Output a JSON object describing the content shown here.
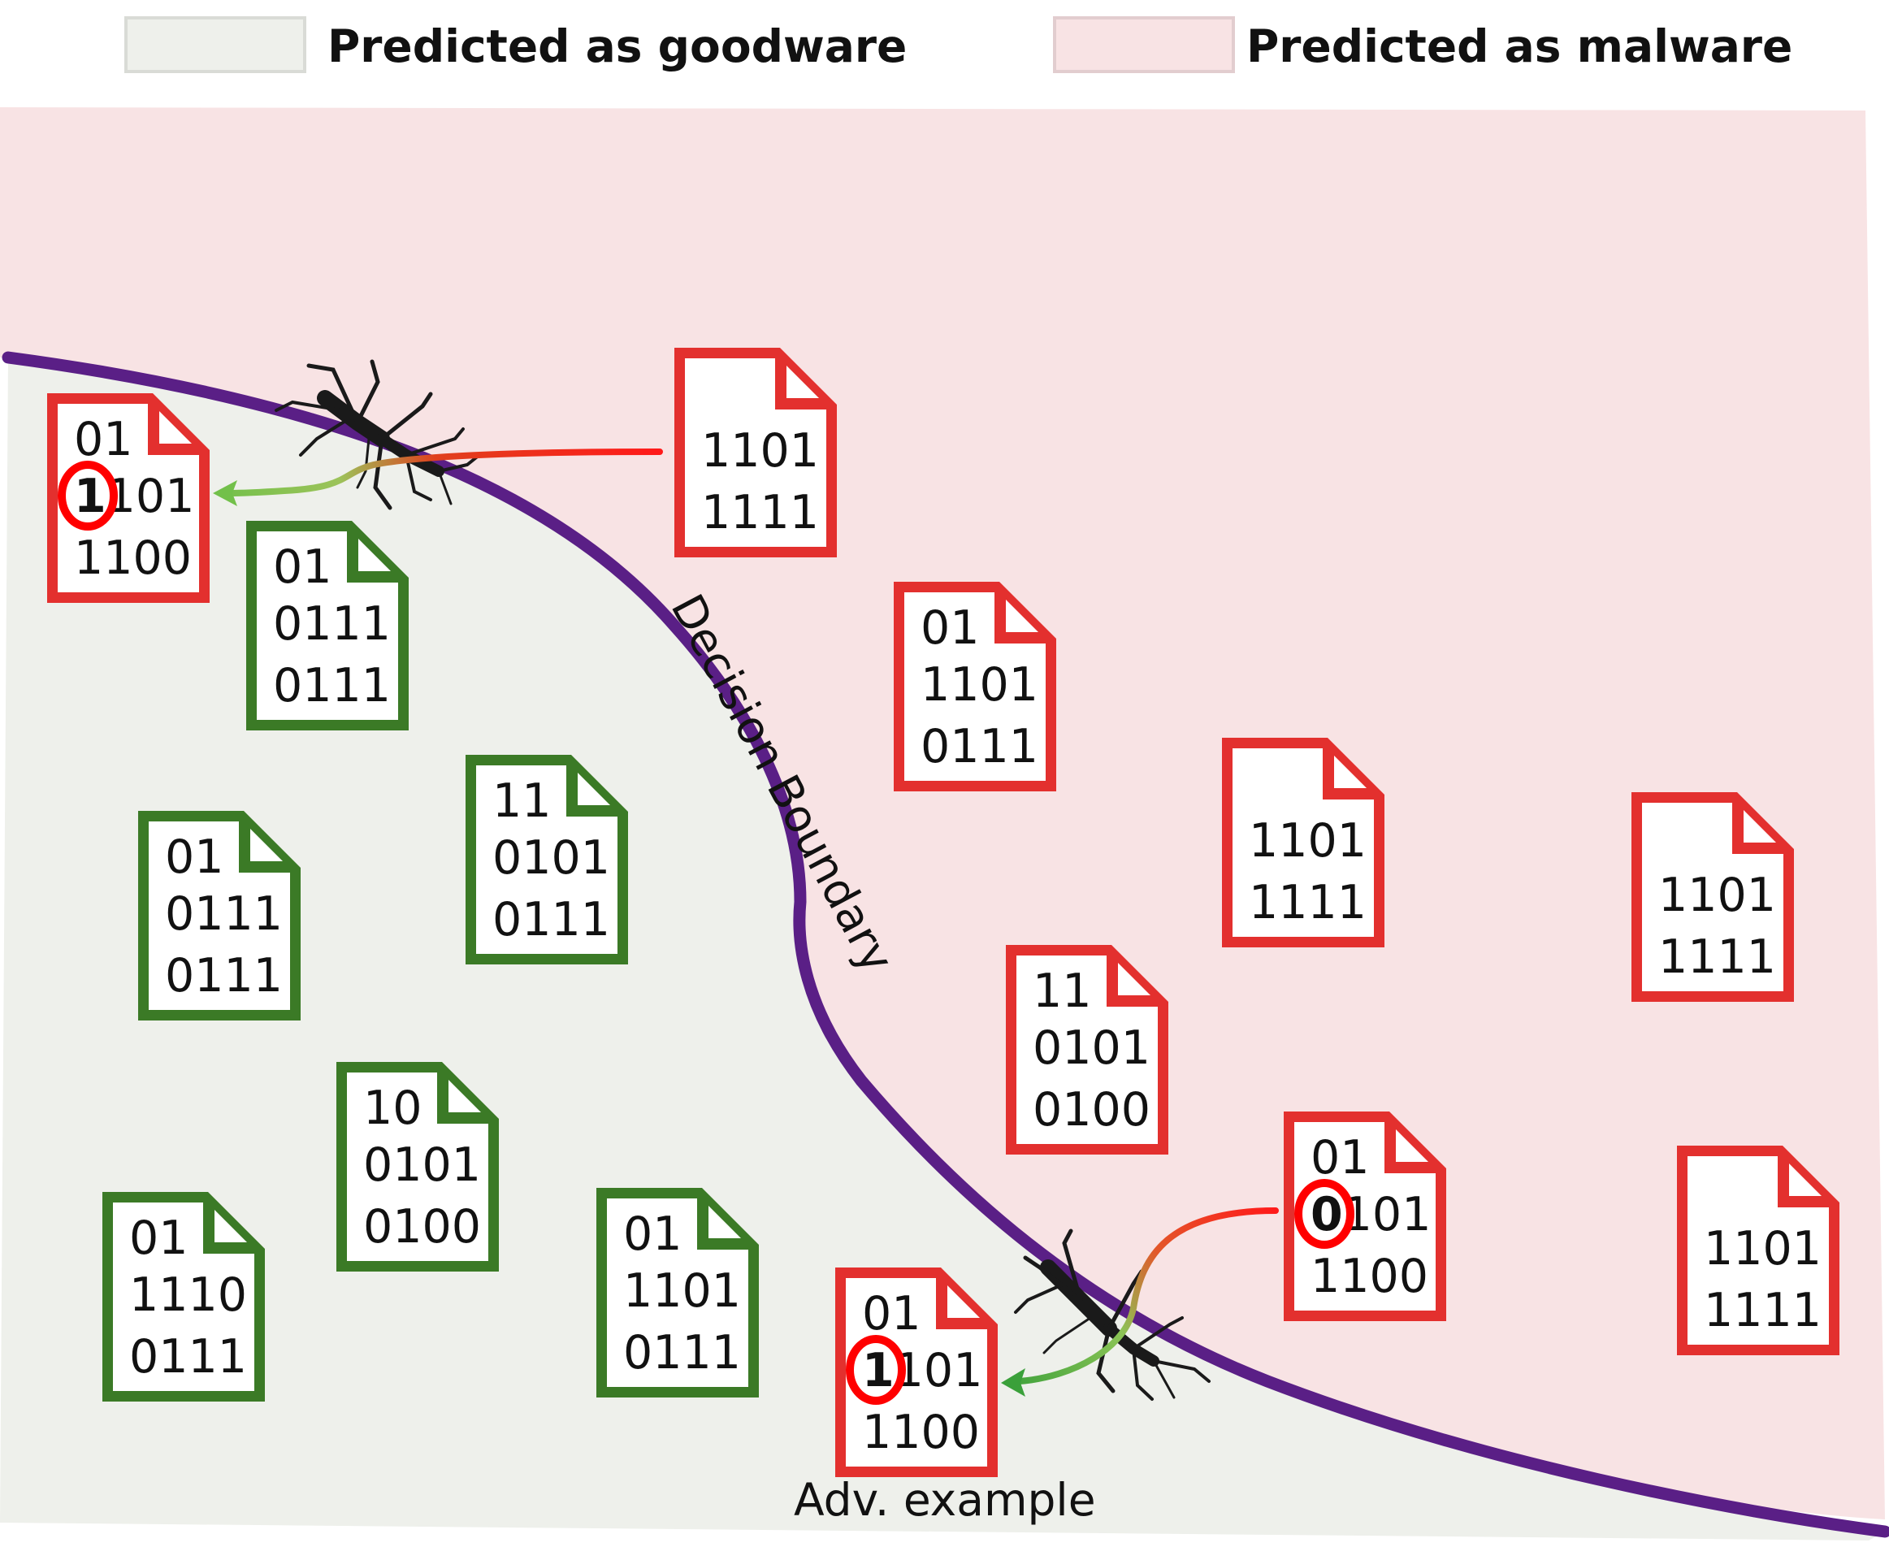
{
  "legend": {
    "goodware_label": "Predicted as goodware",
    "malware_label": "Predicted as malware"
  },
  "colors": {
    "goodware_region": "#eef0eb",
    "malware_region": "#f8e3e4",
    "goodware_doc": "#3b7a26",
    "malware_doc": "#e3302e",
    "boundary": "#5a1f86",
    "highlight": "#ff0000"
  },
  "boundary_label": "Decision Boundary",
  "adv_caption": "Adv. example",
  "documents": [
    {
      "id": "adv-top",
      "kind": "malware",
      "lines": [
        "01",
        "1101",
        "1100"
      ],
      "flipped_line": 1,
      "flipped_char": 0
    },
    {
      "id": "src-top",
      "kind": "malware",
      "lines": [
        "",
        "1101",
        "1111"
      ]
    },
    {
      "id": "mal-a",
      "kind": "malware",
      "lines": [
        "01",
        "1101",
        "0111"
      ]
    },
    {
      "id": "mal-b",
      "kind": "malware",
      "lines": [
        "",
        "1101",
        "1111"
      ]
    },
    {
      "id": "mal-c",
      "kind": "malware",
      "lines": [
        "",
        "1101",
        "1111"
      ]
    },
    {
      "id": "mal-d",
      "kind": "malware",
      "lines": [
        "11",
        "0101",
        "0100"
      ]
    },
    {
      "id": "src-bottom",
      "kind": "malware",
      "lines": [
        "01",
        "0101",
        "1100"
      ],
      "flipped_line": 1,
      "flipped_char": 0
    },
    {
      "id": "mal-e",
      "kind": "malware",
      "lines": [
        "",
        "1101",
        "1111"
      ]
    },
    {
      "id": "adv-bottom",
      "kind": "malware",
      "lines": [
        "01",
        "1101",
        "1100"
      ],
      "flipped_line": 1,
      "flipped_char": 0
    },
    {
      "id": "good-a",
      "kind": "goodware",
      "lines": [
        "01",
        "0111",
        "0111"
      ]
    },
    {
      "id": "good-b",
      "kind": "goodware",
      "lines": [
        "11",
        "0101",
        "0111"
      ]
    },
    {
      "id": "good-c",
      "kind": "goodware",
      "lines": [
        "01",
        "0111",
        "0111"
      ]
    },
    {
      "id": "good-d",
      "kind": "goodware",
      "lines": [
        "10",
        "0101",
        "0100"
      ]
    },
    {
      "id": "good-e",
      "kind": "goodware",
      "lines": [
        "01",
        "1110",
        "0111"
      ]
    },
    {
      "id": "good-f",
      "kind": "goodware",
      "lines": [
        "01",
        "1101",
        "0111"
      ]
    }
  ]
}
